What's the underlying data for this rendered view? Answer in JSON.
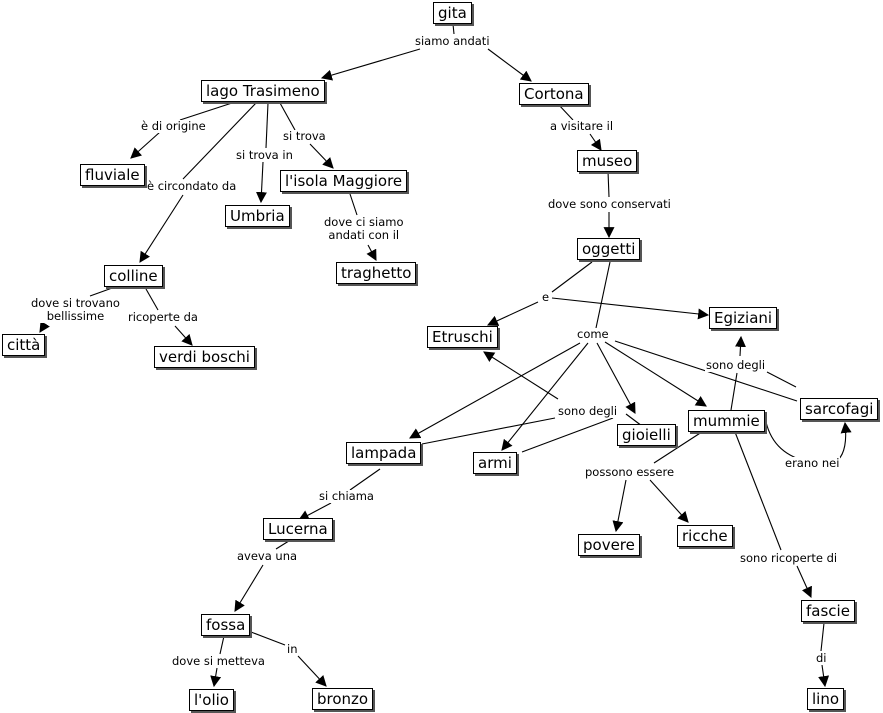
{
  "concepts": {
    "gita": "gita",
    "lago_trasimeno": "lago Trasimeno",
    "cortona": "Cortona",
    "fluviale": "fluviale",
    "umbria": "Umbria",
    "isola_maggiore": "l'isola Maggiore",
    "traghetto": "traghetto",
    "colline": "colline",
    "citta": "città",
    "verdi_boschi": "verdi boschi",
    "museo": "museo",
    "oggetti": "oggetti",
    "etruschi": "Etruschi",
    "egiziani": "Egiziani",
    "sarcofagi": "sarcofagi",
    "gioielli": "gioielli",
    "mummie": "mummie",
    "lampada": "lampada",
    "armi": "armi",
    "lucerna": "Lucerna",
    "povere": "povere",
    "ricche": "ricche",
    "fossa": "fossa",
    "fascie": "fascie",
    "olio": "l'olio",
    "bronzo": "bronzo",
    "lino": "lino"
  },
  "links": {
    "siamo_andati": "siamo andati",
    "di_origine": "è di origine",
    "circondato_da": "è circondato da",
    "si_trova_in": "si trova in",
    "si_trova": "si trova",
    "ci_siamo_andati": "dove ci siamo\nandati con il",
    "a_visitare_il": "a visitare il",
    "sono_conservati": "dove sono conservati",
    "dove_si_trovano": "dove si trovano\nbellissime",
    "ricoperte_da": "ricoperte da",
    "e": "e",
    "come": "come",
    "sono_degli_1": "sono degli",
    "sono_degli_2": "sono degli",
    "erano_nei": "erano nei",
    "possono_essere": "possono essere",
    "si_chiama": "si chiama",
    "sono_ricoperte_di": "sono ricoperte di",
    "aveva_una": "aveva una",
    "dove_si_metteva": "dove si metteva",
    "in": "in",
    "di": "di"
  }
}
